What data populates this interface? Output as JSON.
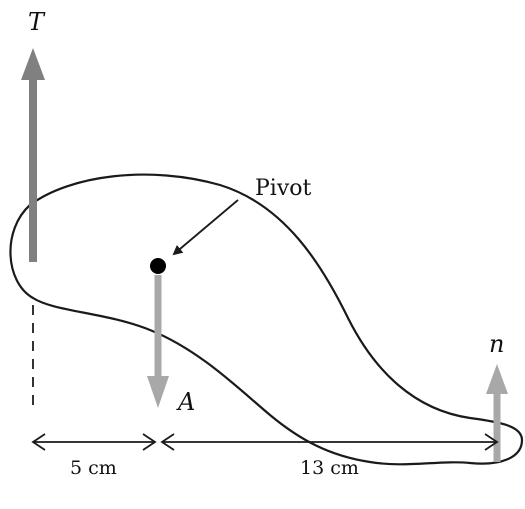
{
  "labels": {
    "tension": "T",
    "pivot": "Pivot",
    "applied": "A",
    "normal": "n",
    "dim_left": "5 cm",
    "dim_right": "13 cm"
  },
  "colors": {
    "outline": "#1a1a1a",
    "arrow_dark": "#808080",
    "arrow_light": "#a8a8a8",
    "pivot_dot": "#000000"
  }
}
